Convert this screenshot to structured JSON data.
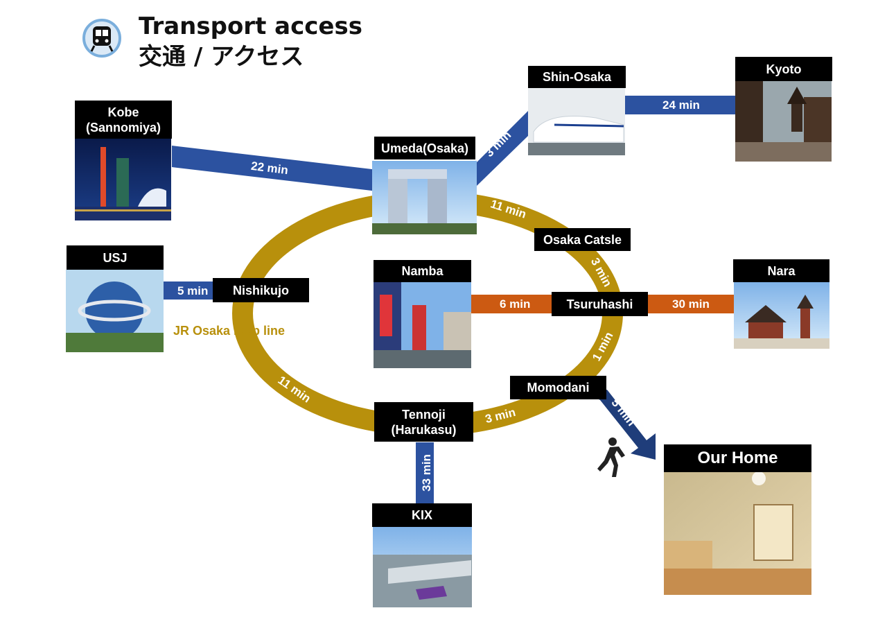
{
  "title": {
    "en": "Transport access",
    "ja": "交通 / アクセス"
  },
  "icons": {
    "transit": "train-icon",
    "walk": "walking-person-icon"
  },
  "colors": {
    "loop": "#b8900c",
    "blue": "#2c52a0",
    "orange": "#cc5a12",
    "walk": "#1f3d7a",
    "tag": "#000000"
  },
  "loop_line_label": "JR Osaka loop line",
  "stations": {
    "kobe": "Kobe\n(Sannomiya)",
    "umeda": "Umeda(Osaka)",
    "shin_osaka": "Shin-Osaka",
    "kyoto": "Kyoto",
    "usj": "USJ",
    "nishikujo": "Nishikujo",
    "osaka_castle": "Osaka Catsle",
    "namba": "Namba",
    "tsuruhashi": "Tsuruhashi",
    "nara": "Nara",
    "momodani": "Momodani",
    "tennoji": "Tennoji\n(Harukasu)",
    "kix": "KIX",
    "our_home": "Our Home"
  },
  "travel_times": {
    "kobe_umeda": "22 min",
    "umeda_shin_osaka": "3 min",
    "shin_osaka_kyoto": "24 min",
    "umeda_osaka_castle": "11 min",
    "osaka_castle_tsuruhashi": "3 min",
    "usj_nishikujo": "5 min",
    "namba_tsuruhashi": "6 min",
    "tsuruhashi_nara": "30 min",
    "tsuruhashi_momodani": "1 min",
    "momodani_tennoji": "3 min",
    "nishikujo_tennoji": "11 min",
    "tennoji_kix": "33 min",
    "momodani_home_walk": "5 min"
  }
}
